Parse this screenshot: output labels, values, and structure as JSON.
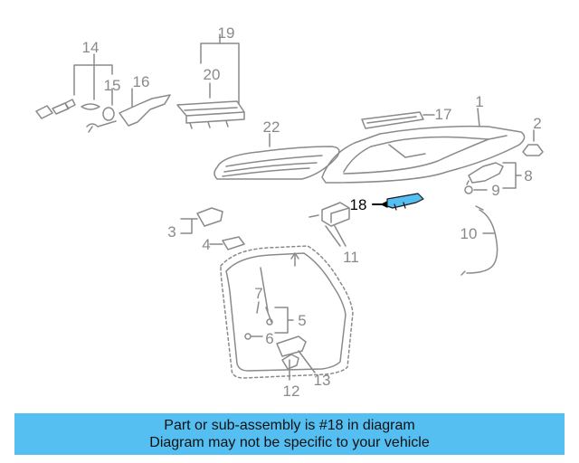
{
  "diagram": {
    "highlighted_part": "18",
    "callouts": {
      "c1": "1",
      "c2": "2",
      "c3": "3",
      "c4": "4",
      "c5": "5",
      "c6": "6",
      "c7": "7",
      "c8": "8",
      "c9": "9",
      "c10": "10",
      "c11": "11",
      "c12": "12",
      "c13": "13",
      "c14": "14",
      "c15": "15",
      "c16": "16",
      "c17": "17",
      "c18": "18",
      "c19": "19",
      "c20": "20",
      "c22": "22"
    },
    "colors": {
      "line": "#8a8a8a",
      "highlight": "#55bff2",
      "highlight_dark": "#000000"
    }
  },
  "banner": {
    "line1": "Part or sub-assembly is #18 in diagram",
    "line2": "Diagram may not be specific to your vehicle",
    "background": "#55bff2"
  }
}
